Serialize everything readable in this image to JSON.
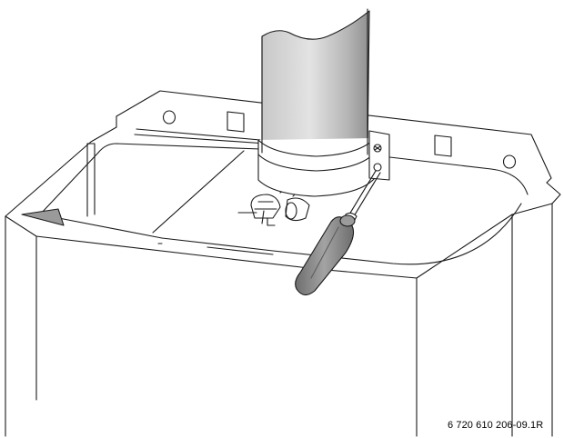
{
  "figure": {
    "reference_code": "6 720 610 206-09.1R"
  },
  "colors": {
    "line": "#1a1a1a",
    "background": "#ffffff",
    "pipe_light": "#d4d4d4",
    "pipe_dark": "#8c8c8c",
    "handle_fill": "#8a8a8a",
    "shadow_fill": "#9a9a9a"
  },
  "icons": [
    "flue-pipe",
    "screwdriver",
    "pipe-clamp",
    "clamp-screw",
    "boiler-casing",
    "round-mounting-hole",
    "square-mounting-hole",
    "gas-connection-fittings"
  ]
}
